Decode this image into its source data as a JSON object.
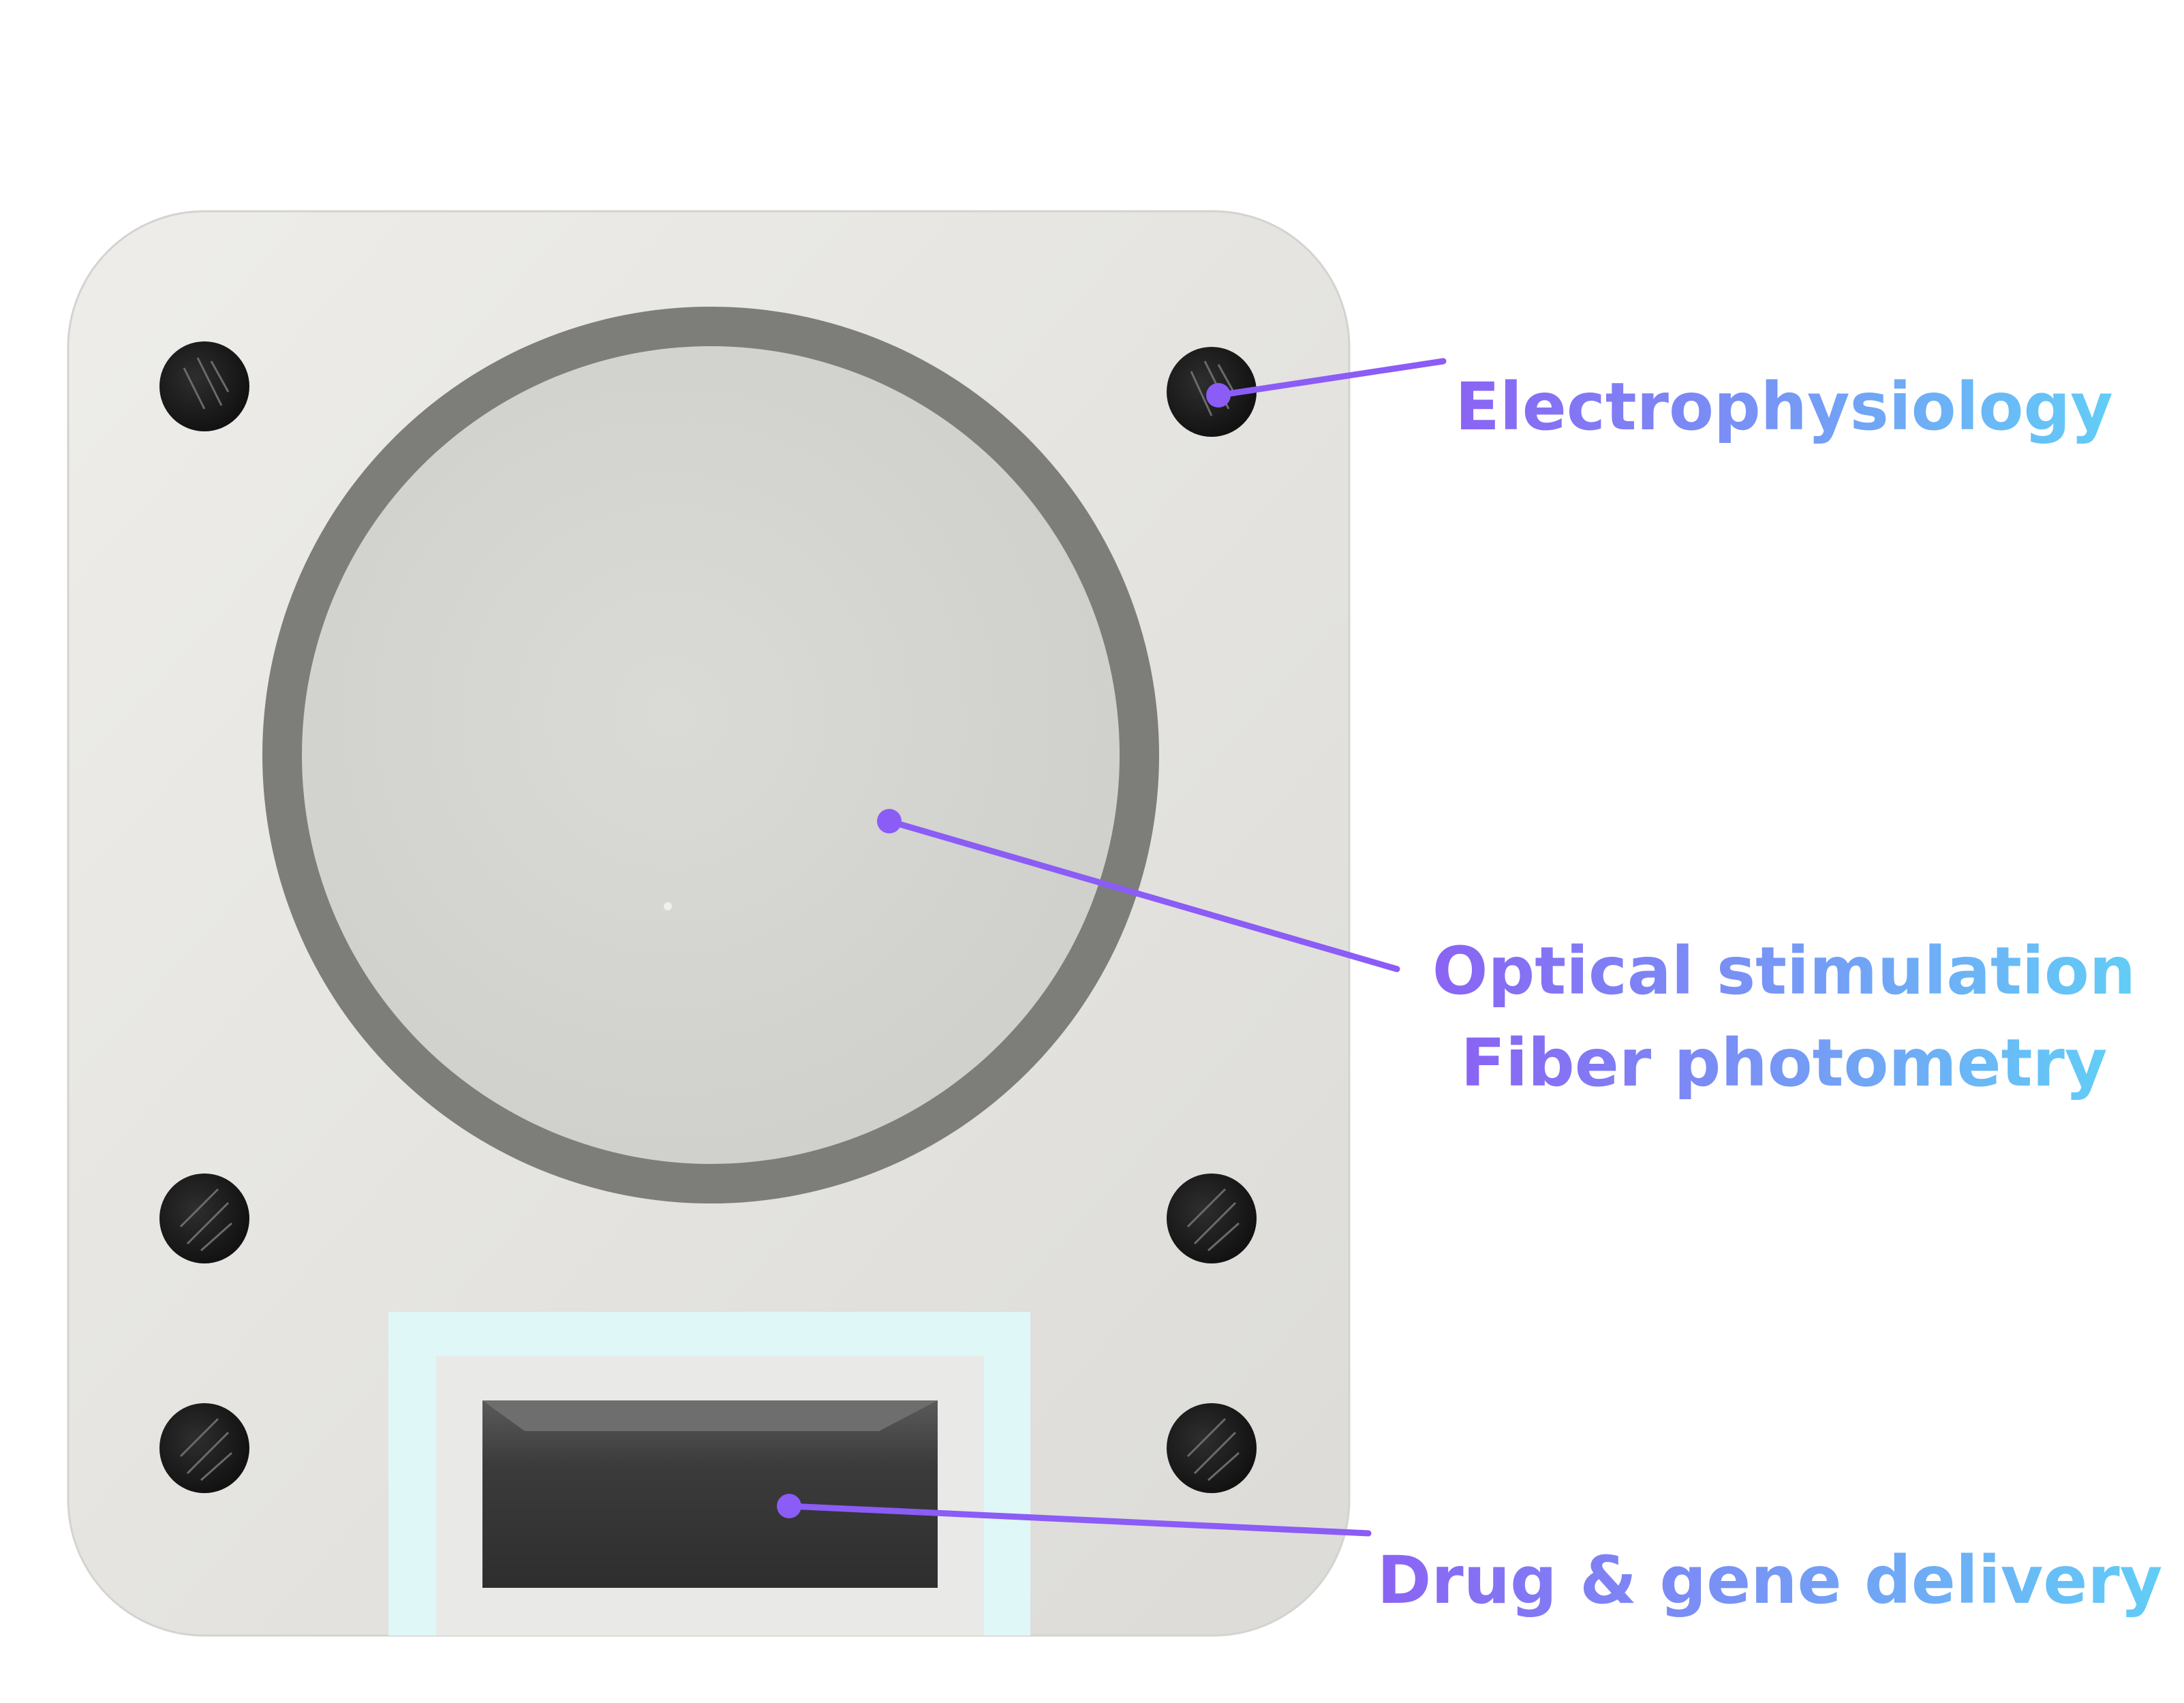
{
  "labels": {
    "electrophysiology": "Electrophysiology",
    "optical_line1": "Optical stimulation",
    "optical_line2": "Fiber photometry",
    "drug_delivery": "Drug & gene delivery"
  },
  "colors": {
    "label_gradient_start": "#8a63f4",
    "label_gradient_end": "#62cdf6",
    "leader_line": "#8b5cf6",
    "device_body": "#e7e6e2",
    "lens_ring": "#7d7e7a",
    "lens_face": "#d6d6d2",
    "electrode": "#1a1a1a",
    "port_frame": "#dff7f7",
    "port_inner": "#e9e9e7",
    "port_cavity": "#3a3a3a"
  },
  "icons": {
    "electrode_contact": "electrode-dot-icon",
    "callout_marker": "callout-dot-icon"
  }
}
